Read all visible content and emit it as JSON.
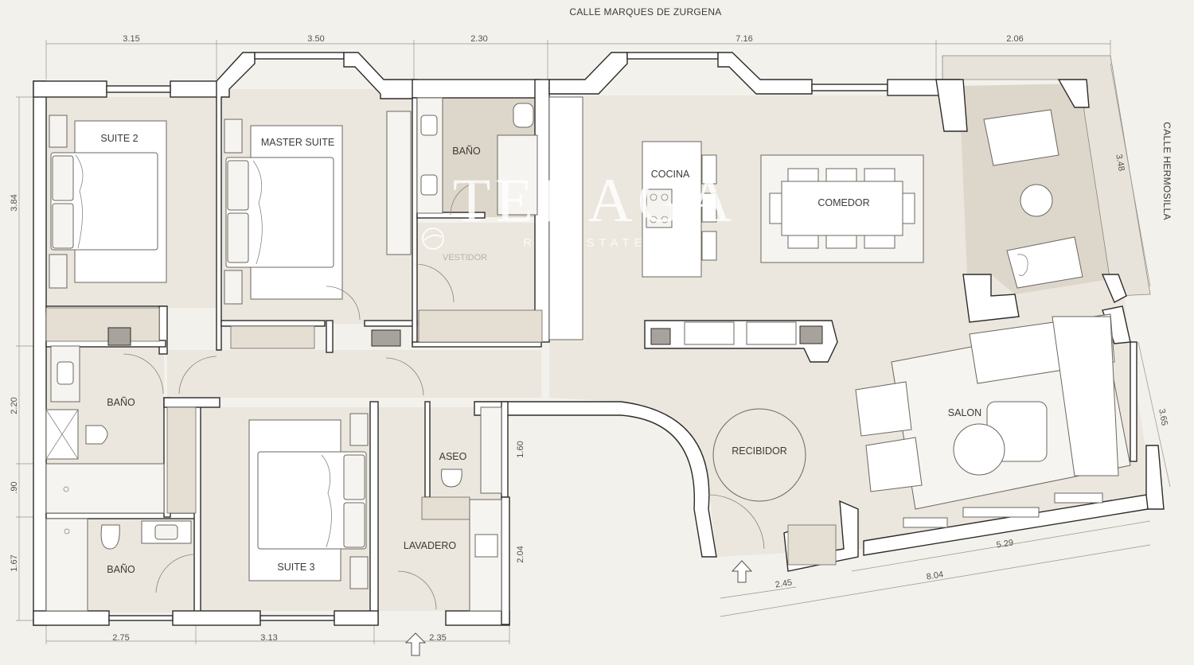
{
  "plan": {
    "streets": {
      "top": "CALLE MARQUES DE ZURGENA",
      "right": "CALLE HERMOSILLA"
    },
    "rooms": {
      "suite2": "SUITE 2",
      "master_suite": "MASTER SUITE",
      "bano_master": "BAÑO",
      "vestidor": "VESTIDOR",
      "cocina": "COCINA",
      "comedor": "COMEDOR",
      "bano_left": "BAÑO",
      "bano_bottom": "BAÑO",
      "suite3": "SUITE 3",
      "aseo": "ASEO",
      "lavadero": "LAVADERO",
      "recibidor": "RECIBIDOR",
      "salon": "SALON"
    },
    "dimensions": {
      "top": [
        "3.15",
        "3.50",
        "2.30",
        "7.16",
        "2.06"
      ],
      "left": [
        "3.84",
        "2.20",
        ".90",
        "1.67"
      ],
      "bottom": [
        "2.75",
        "3.13",
        "2.35"
      ],
      "right_terrace": "3.48",
      "right_salon": "3.65",
      "aseo_height": "1.60",
      "lavadero_height": "2.04",
      "entrance": "2.45",
      "salon_width": "5.29",
      "total_width": "8.04"
    },
    "watermark": {
      "brand": "TEHAGA",
      "tagline": "REALESTATE"
    }
  }
}
